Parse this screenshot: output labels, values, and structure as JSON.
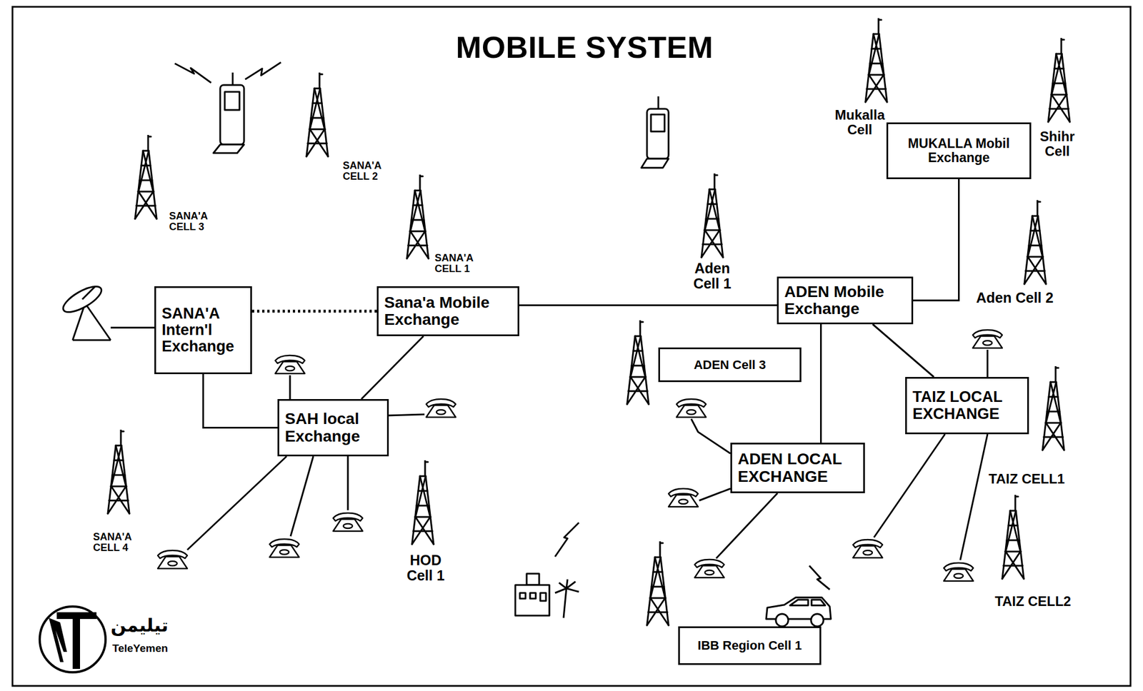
{
  "diagram": {
    "title": "MOBILE SYSTEM",
    "nodes": [
      {
        "text": [
          "SANA'A Intern'l Exchange"
        ]
      },
      {
        "text": [
          "Sana'a Mobile Exchange"
        ]
      },
      {
        "text": [
          "SAH local Exchange"
        ]
      },
      {
        "text": [
          "MUKALLA Mobil Exchange"
        ]
      },
      {
        "text": [
          "ADEN Mobile Exchange"
        ]
      },
      {
        "text": [
          "ADEN Cell 3"
        ]
      },
      {
        "text": [
          "TAIZ LOCAL EXCHANGE"
        ]
      },
      {
        "text": [
          "ADEN LOCAL EXCHANGE"
        ]
      },
      {
        "text": [
          "IBB Region Cell 1"
        ]
      }
    ],
    "edges": [
      {
        "from": 0,
        "to": 1,
        "arrow": "none"
      },
      {
        "from": 0,
        "to": 2,
        "arrow": "none"
      },
      {
        "from": 1,
        "to": 2,
        "arrow": "none"
      },
      {
        "from": 1,
        "to": 4,
        "arrow": "none"
      },
      {
        "from": 4,
        "to": 3,
        "arrow": "none"
      },
      {
        "from": 4,
        "to": 7,
        "arrow": "none"
      },
      {
        "from": 4,
        "to": 6,
        "arrow": "none"
      }
    ],
    "labels": [
      "SANA'A CELL 2",
      "SANA'A CELL 3",
      "SANA'A CELL 1",
      "SANA'A CELL 4",
      "HOD Cell 1",
      "Mukalla Cell",
      "Shihr Cell",
      "Aden Cell 1",
      "Aden Cell 2",
      "TAIZ CELL1",
      "TAIZ CELL2",
      "تيليمن",
      "TeleYemen"
    ]
  }
}
